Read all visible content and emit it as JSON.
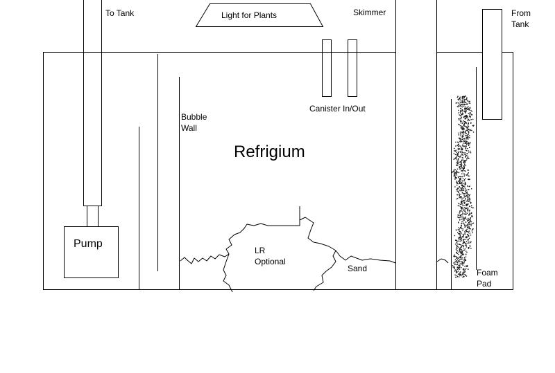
{
  "labels": {
    "to_tank": "To Tank",
    "light": "Light for Plants",
    "skimmer": "Skimmer",
    "from_tank_line1": "From",
    "from_tank_line2": "Tank",
    "canister": "Canister In/Out",
    "bubble_line1": "Bubble",
    "bubble_line2": "Wall",
    "refugium": "Refrigium",
    "pump": "Pump",
    "lr_line1": "LR",
    "lr_line2": "Optional",
    "sand": "Sand",
    "foam_line1": "Foam",
    "foam_line2": "Pad"
  },
  "colors": {
    "line": "#000000",
    "background": "#ffffff",
    "foam": "#1a1a1a"
  }
}
